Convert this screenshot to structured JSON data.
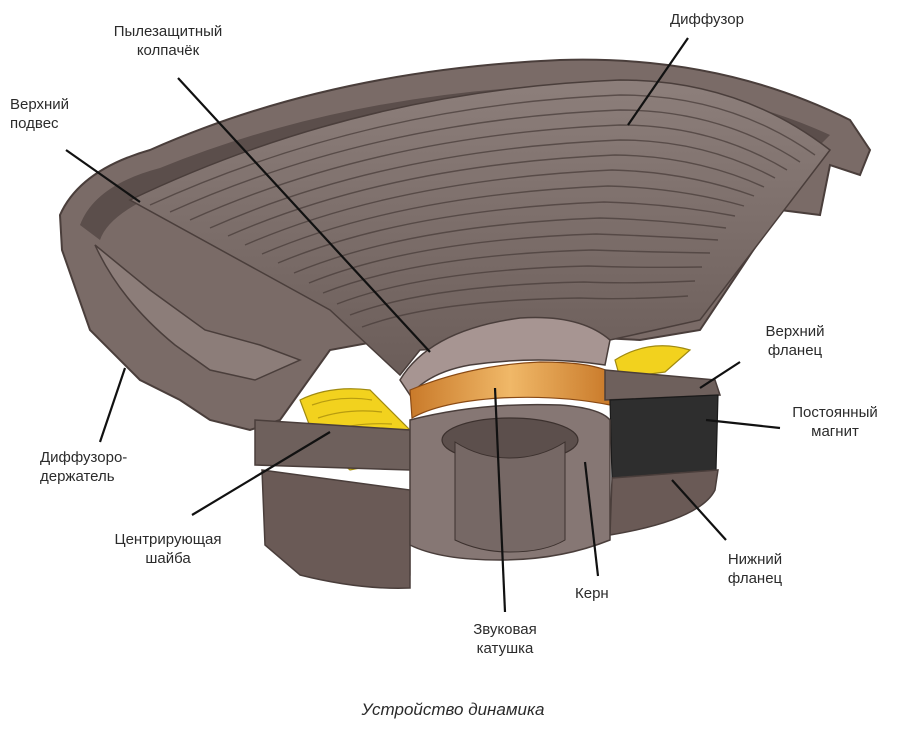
{
  "caption": "Устройство динамика",
  "colors": {
    "metal": "#6a5a56",
    "metal_light": "#9c8e8a",
    "magnet": "#2e2e2e",
    "coil": "#e8a04a",
    "spider": "#f2d21e",
    "pointer": "#111111"
  },
  "labels": {
    "dust_cap": [
      "Пылезащитный",
      "колпачёк"
    ],
    "diffuser": [
      "Диффузор"
    ],
    "upper_surround": [
      "Верхний",
      "подвес"
    ],
    "upper_flange": [
      "Верхний",
      "фланец"
    ],
    "permanent_magnet": [
      "Постоянный",
      "магнит"
    ],
    "basket": [
      "Диффузоро-",
      "держатель"
    ],
    "spider": [
      "Центрирующая",
      "шайба"
    ],
    "lower_flange": [
      "Нижний",
      "фланец"
    ],
    "core": [
      "Керн"
    ],
    "voice_coil": [
      "Звуковая",
      "катушка"
    ]
  }
}
